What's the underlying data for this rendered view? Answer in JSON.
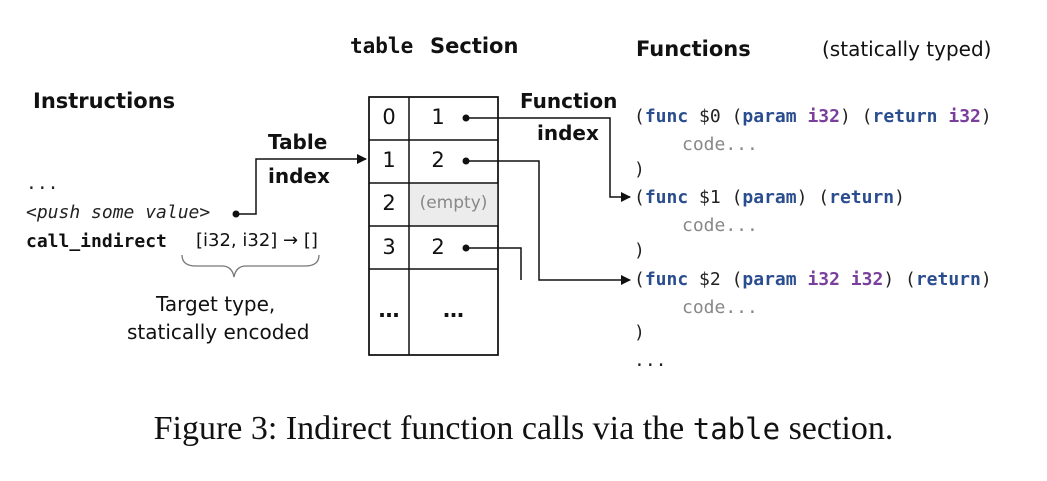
{
  "headers": {
    "instructions": "Instructions",
    "table_mono": "table",
    "table_word": "Section",
    "functions": "Functions",
    "typing_note": "(statically typed)"
  },
  "instructions": {
    "ellipsis": "...",
    "push_value": "<push some value>",
    "call_indirect": "call_indirect",
    "type_sig": "[i32, i32] → []",
    "target_type_line1": "Target type,",
    "target_type_line2": "statically encoded"
  },
  "labels": {
    "table_index_line1": "Table",
    "table_index_line2": "index",
    "function_index_line1": "Function",
    "function_index_line2": "index"
  },
  "table_rows": [
    {
      "index": "0",
      "value": "1"
    },
    {
      "index": "1",
      "value": "2"
    },
    {
      "index": "2",
      "value": "(empty)"
    },
    {
      "index": "3",
      "value": "2"
    },
    {
      "index": "…",
      "value": "…"
    }
  ],
  "functions": [
    {
      "open": "(",
      "kw_func": "func",
      "name": "$0",
      "kw_param": "param",
      "param_types": "i32",
      "kw_return": "return",
      "return_types": "i32",
      "body": "code...",
      "close": ")"
    },
    {
      "open": "(",
      "kw_func": "func",
      "name": "$1",
      "kw_param": "param",
      "param_types": "",
      "kw_return": "return",
      "return_types": "",
      "body": "code...",
      "close": ")"
    },
    {
      "open": "(",
      "kw_func": "func",
      "name": "$2",
      "kw_param": "param",
      "param_types": "i32 i32",
      "kw_return": "return",
      "return_types": "",
      "body": "code...",
      "close": ")"
    }
  ],
  "functions_ellipsis": "...",
  "caption": {
    "prefix": "Figure 3: Indirect function calls via the",
    "mono": "table",
    "suffix": "section."
  }
}
